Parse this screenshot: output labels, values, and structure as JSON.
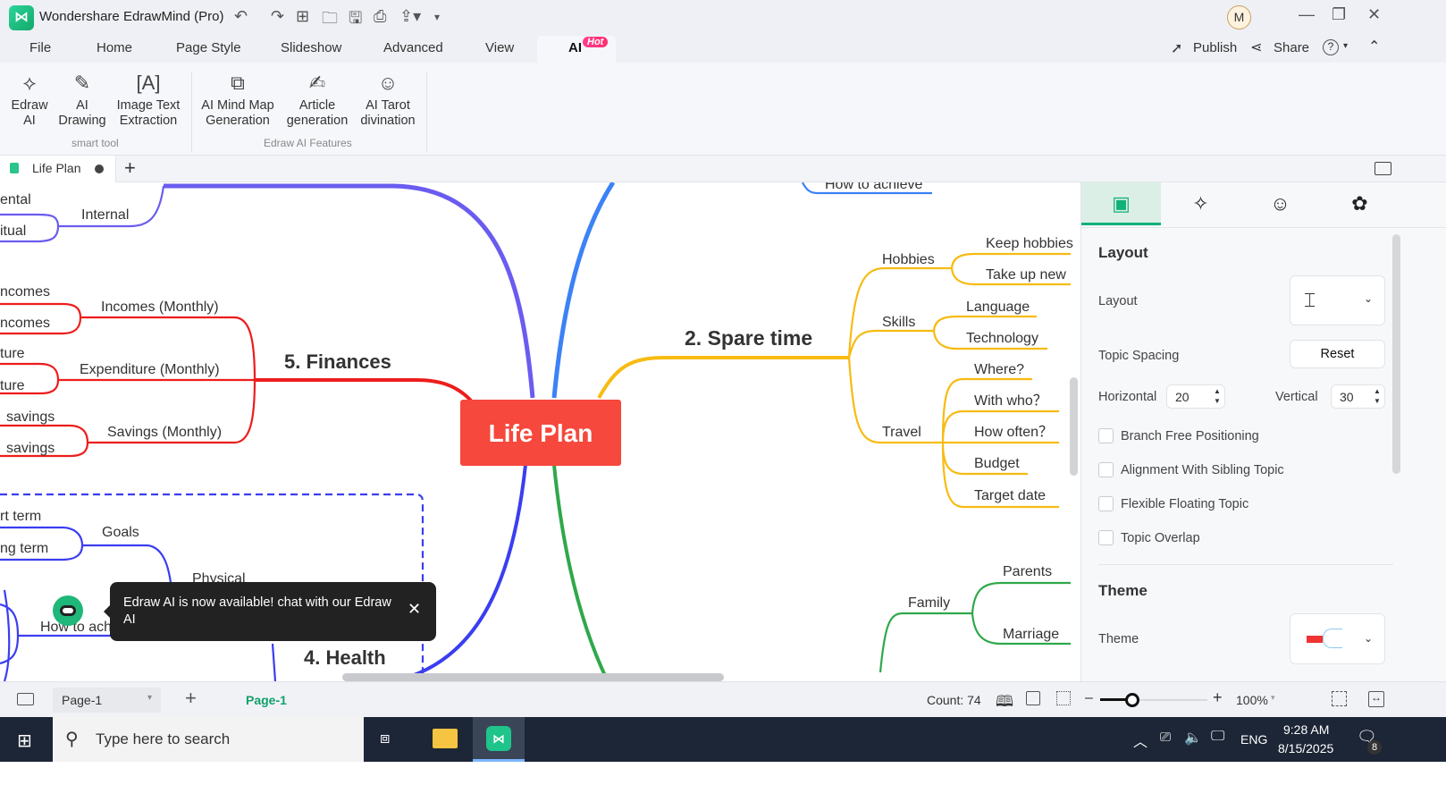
{
  "app": {
    "title": "Wondershare EdrawMind (Pro)",
    "user_initial": "M"
  },
  "menu": {
    "tabs": [
      "File",
      "Home",
      "Page Style",
      "Slideshow",
      "Advanced",
      "View",
      "AI"
    ],
    "hot_badge": "Hot",
    "publish": "Publish",
    "share": "Share",
    "help": "?"
  },
  "ribbon": {
    "buttons": [
      {
        "l1": "Edraw",
        "l2": "AI",
        "icon": "edraw-ai-icon"
      },
      {
        "l1": "AI",
        "l2": "Drawing",
        "icon": "ai-drawing-icon"
      },
      {
        "l1": "Image Text",
        "l2": "Extraction",
        "icon": "image-text-icon"
      },
      {
        "l1": "AI Mind Map",
        "l2": "Generation",
        "icon": "ai-mindmap-icon"
      },
      {
        "l1": "Article",
        "l2": "generation",
        "icon": "article-icon"
      },
      {
        "l1": "AI Tarot",
        "l2": "divination",
        "icon": "tarot-icon"
      }
    ],
    "groups": [
      "smart tool",
      "Edraw AI Features"
    ]
  },
  "doc_tab": {
    "name": "Life Plan"
  },
  "mindmap": {
    "central": "Life Plan",
    "spare_time": {
      "title": "2. Spare time",
      "hobbies": "Hobbies",
      "keep_hobbies": "Keep hobbies",
      "take_up_new": "Take up new",
      "skills": "Skills",
      "language": "Language",
      "technology": "Technology",
      "travel": "Travel",
      "where": "Where?",
      "with_who": "With who？",
      "how_often": "How often？",
      "budget": "Budget",
      "target_date": "Target date"
    },
    "finances": {
      "title": "5. Finances",
      "incomes": "Incomes (Monthly)",
      "expenditure": "Expenditure (Monthly)",
      "savings": "Savings (Monthly)",
      "c1": "ncomes",
      "c2": "ncomes",
      "c3": "ture",
      "c4": "ture",
      "c5": "savings",
      "c6": "savings"
    },
    "top": {
      "internal": "Internal",
      "mental": "ental",
      "spiritual": "itual",
      "how_to_achieve": "How to achieve"
    },
    "health": {
      "title": "4. Health",
      "goals": "Goals",
      "short_term": "rt term",
      "long_term": "ng term",
      "physical": "Physical",
      "how_to": "How to ach"
    },
    "family": {
      "title": "Family",
      "parents": "Parents",
      "marriage": "Marriage"
    },
    "colors": {
      "central": "#f6483c",
      "finances": "#ee1c1c",
      "spare_time": "#f7bb12",
      "top": "#6a5cf0",
      "health": "#3a3ef0",
      "green": "#2fa84a",
      "blue": "#3b82f6"
    }
  },
  "toast": {
    "text": "Edraw AI is now available!  chat with our Edraw AI"
  },
  "panel": {
    "layout_heading": "Layout",
    "layout_label": "Layout",
    "topic_spacing": "Topic Spacing",
    "reset": "Reset",
    "horizontal_label": "Horizontal",
    "horizontal": "20",
    "vertical_label": "Vertical",
    "vertical": "30",
    "checkboxes": [
      "Branch Free Positioning",
      "Alignment With Sibling Topic",
      "Flexible Floating Topic",
      "Topic Overlap"
    ],
    "theme_heading": "Theme",
    "theme_label": "Theme"
  },
  "status": {
    "page_select": "Page-1",
    "page_tab": "Page-1",
    "count": "Count: 74",
    "zoom": "100%",
    "zoom_level": 0.3
  },
  "taskbar": {
    "search_placeholder": "Type here to search",
    "lang": "ENG",
    "time": "9:28 AM",
    "date": "8/15/2025",
    "notifications": "8"
  }
}
